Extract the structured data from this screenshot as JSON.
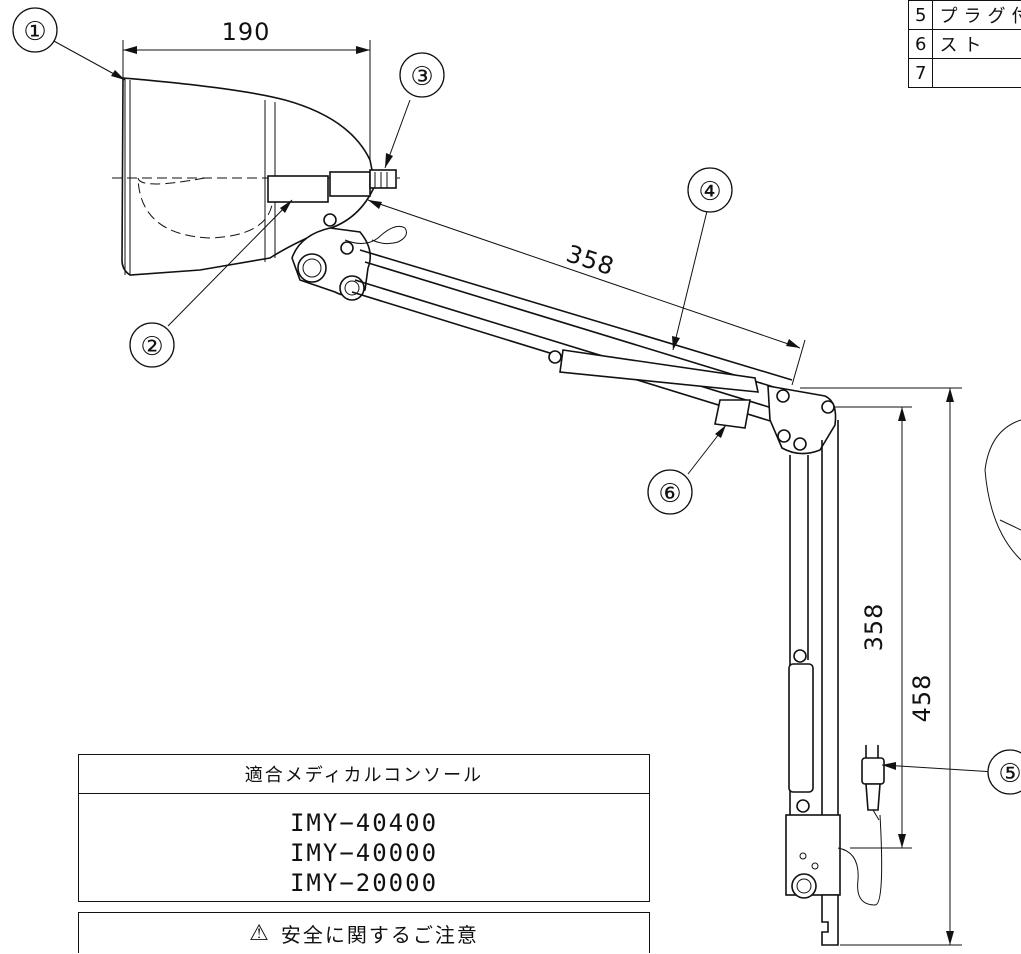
{
  "callouts": [
    "①",
    "②",
    "③",
    "④",
    "⑤",
    "⑥"
  ],
  "dimensions": {
    "shade_width": "190",
    "upper_arm": "358",
    "lower_arm": "358",
    "total_height": "458"
  },
  "parts_table": {
    "rows": [
      {
        "no": "5",
        "name": "プラグ付"
      },
      {
        "no": "6",
        "name": "スト"
      },
      {
        "no": "7",
        "name": ""
      }
    ]
  },
  "console_box": {
    "title": "適合メディカルコンソール",
    "models": [
      "IMY−40400",
      "IMY−40000",
      "IMY−20000"
    ]
  },
  "safety_notice": {
    "icon": "warning-triangle-icon",
    "text": "安全に関するご注意"
  }
}
